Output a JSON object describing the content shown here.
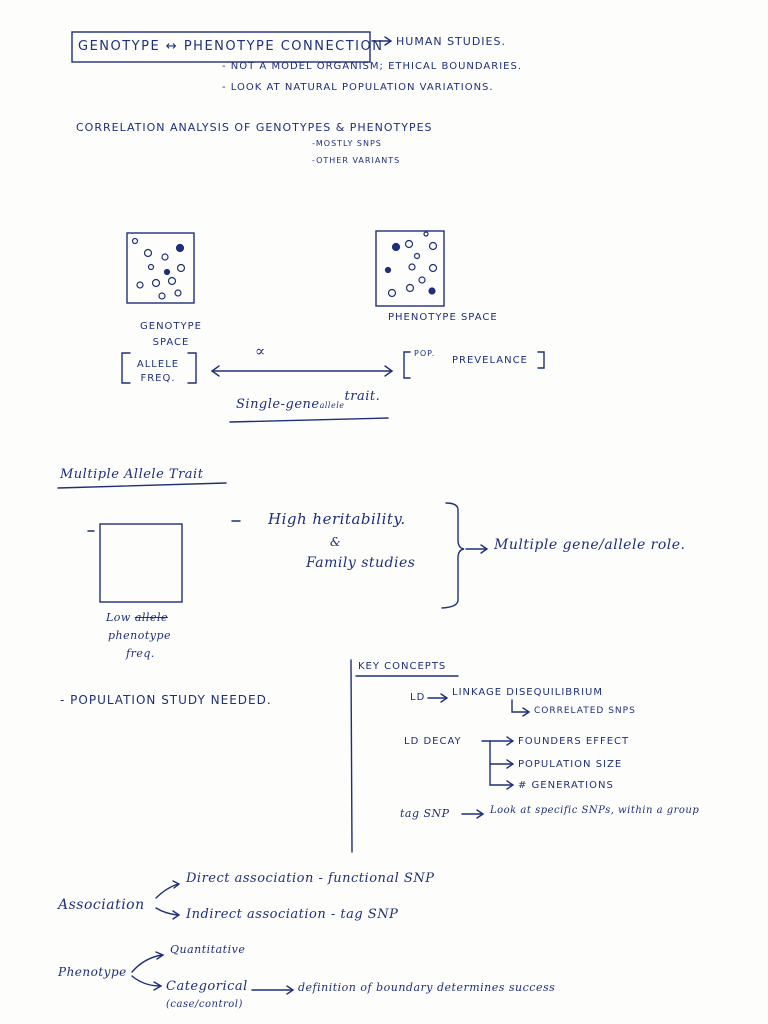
{
  "header": {
    "title": "GENOTYPE ↔ PHENOTYPE CONNECTION",
    "link": "HUMAN STUDIES.",
    "bullet1": "- NOT A MODEL ORGANISM; ETHICAL BOUNDARIES.",
    "bullet2": "- LOOK AT NATURAL POPULATION VARIATIONS."
  },
  "correlation": {
    "title": "CORRELATION ANALYSIS OF GENOTYPES & PHENOTYPES",
    "sub1": "-MOSTLY SNPS",
    "sub2": "-OTHER VARIANTS"
  },
  "spaces": {
    "genotype_label": "GENOTYPE SPACE",
    "phenotype_label": "PHENOTYPE SPACE",
    "allele_freq": "ALLELE FREQ.",
    "prop_symbol": "∝",
    "pop_prevalence_a": "POP.",
    "pop_prevalence_b": "PREVELANCE",
    "single_gene": "Single-gene",
    "single_gene_sup": "allele",
    "single_gene_end": "trait."
  },
  "multiple": {
    "title": "Multiple Allele Trait",
    "high_heritability": "High heritability.",
    "amp": "&",
    "family_studies": "Family studies",
    "result": "Multiple gene/allele role.",
    "low_label_1": "Low",
    "low_label_struck": "allele",
    "low_label_2": "phenotype",
    "low_label_3": "freq."
  },
  "population": {
    "text": "- POPULATION STUDY NEEDED."
  },
  "key_concepts": {
    "title": "KEY CONCEPTS",
    "ld": "LD",
    "linkage": "LINKAGE DISEQUILIBRIUM",
    "correlated": "CORRELATED SNPs",
    "ld_decay": "LD DECAY",
    "founders": "FOUNDERS EFFECT",
    "pop_size": "POPULATION SIZE",
    "generations": "# GENERATIONS",
    "tag_snp": "tag SNP",
    "tag_desc": "Look at specific SNPs, within a group"
  },
  "association": {
    "label": "Association",
    "direct": "Direct association - functional SNP",
    "indirect": "Indirect association - tag SNP"
  },
  "phenotype": {
    "label": "Phenotype",
    "quantitative": "Quantitative",
    "categorical": "Categorical",
    "case_control": "(case/control)",
    "definition": "definition of boundary determines success"
  }
}
